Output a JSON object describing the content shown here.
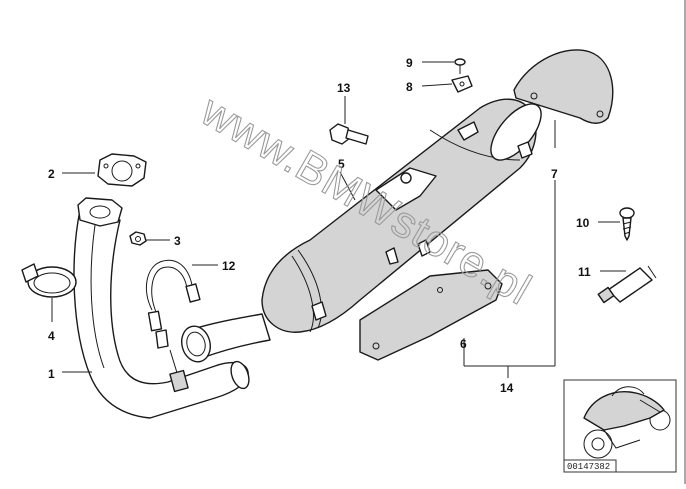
{
  "callouts": [
    {
      "id": "1",
      "label": "1"
    },
    {
      "id": "2",
      "label": "2"
    },
    {
      "id": "3",
      "label": "3"
    },
    {
      "id": "4",
      "label": "4"
    },
    {
      "id": "5",
      "label": "5"
    },
    {
      "id": "6",
      "label": "6"
    },
    {
      "id": "7",
      "label": "7"
    },
    {
      "id": "8",
      "label": "8"
    },
    {
      "id": "9",
      "label": "9"
    },
    {
      "id": "10",
      "label": "10"
    },
    {
      "id": "11",
      "label": "11"
    },
    {
      "id": "12",
      "label": "12"
    },
    {
      "id": "13",
      "label": "13"
    },
    {
      "id": "14",
      "label": "14"
    }
  ],
  "watermark": "www.BMWstore.pl",
  "thumbnail": {
    "reference_number": "00147382",
    "icon": "motorcycle-thumbnail-icon"
  }
}
